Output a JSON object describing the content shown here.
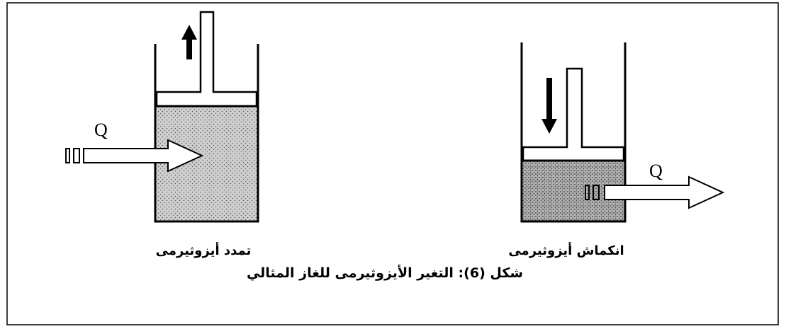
{
  "figure": {
    "caption": "شكل (6): التغير الأيزوثيرمى للغاز المثالي",
    "left_process": {
      "label": "تمدد أيزوثيرمى",
      "heat_label": "Q",
      "piston_direction": "up",
      "heat_direction": "in"
    },
    "right_process": {
      "label": "انكماش أيزوثيرمى",
      "heat_label": "Q",
      "piston_direction": "down",
      "heat_direction": "out"
    }
  },
  "colors": {
    "ink": "#000000",
    "gas_fill": "#c8c8c8",
    "paper": "#ffffff"
  }
}
